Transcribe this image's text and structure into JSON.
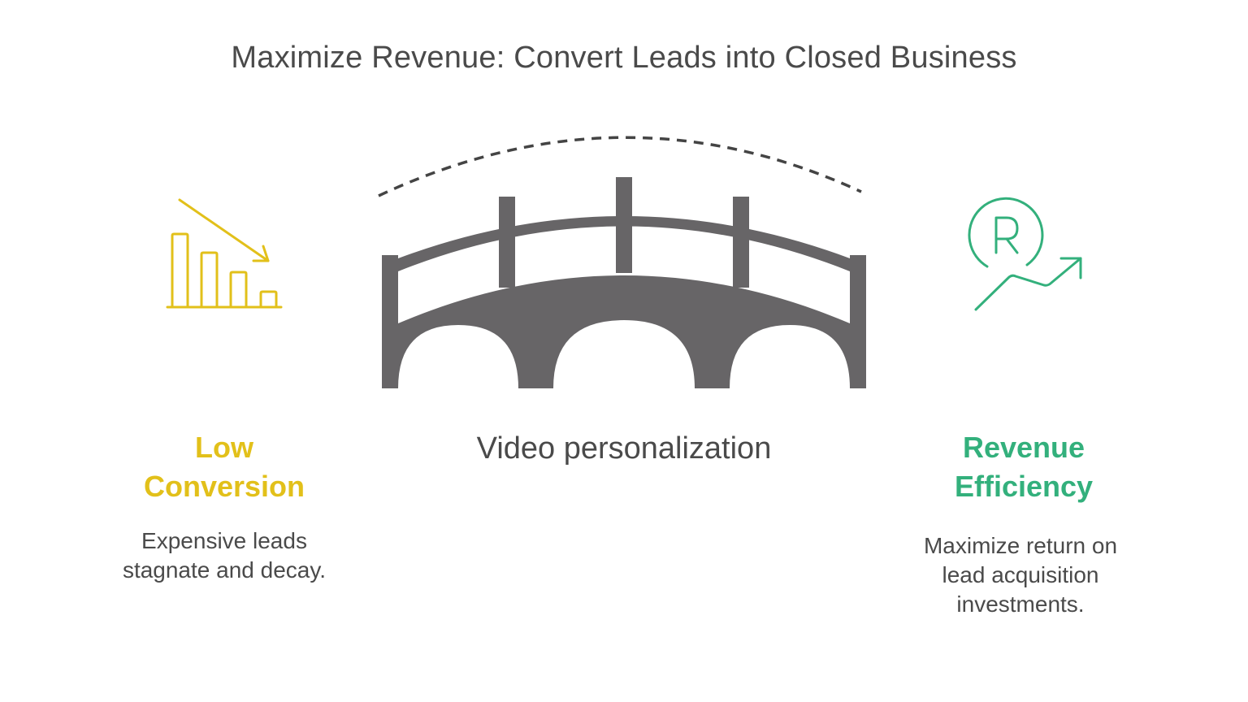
{
  "title": "Maximize Revenue: Convert Leads into Closed Business",
  "left": {
    "icon": "declining-bar-chart-icon",
    "heading_line1": "Low",
    "heading_line2": "Conversion",
    "desc_line1": "Expensive leads",
    "desc_line2": "stagnate and decay.",
    "color": "#e2c01a"
  },
  "center": {
    "icon": "bridge-icon",
    "label": "Video personalization",
    "color": "#676567"
  },
  "right": {
    "icon": "revenue-growth-icon",
    "heading_line1": "Revenue",
    "heading_line2": "Efficiency",
    "desc_line1": "Maximize return on",
    "desc_line2": "lead acquisition",
    "desc_line3": "investments.",
    "color": "#33b07c"
  }
}
